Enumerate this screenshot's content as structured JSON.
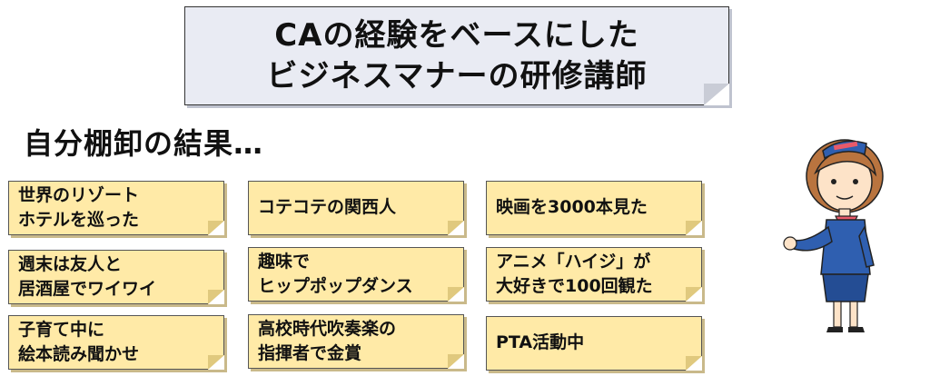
{
  "title": {
    "line1": "CAの経験をベースにした",
    "line2": "ビジネスマナーの研修講師"
  },
  "subtitle": "自分棚卸の結果…",
  "notes": [
    {
      "lines": [
        "世界のリゾート",
        "ホテルを巡った"
      ]
    },
    {
      "lines": [
        "コテコテの関西人"
      ]
    },
    {
      "lines": [
        "映画を3000本見た"
      ]
    },
    {
      "lines": [
        "週末は友人と",
        "居酒屋でワイワイ"
      ]
    },
    {
      "lines": [
        "趣味で",
        "ヒップポップダンス"
      ]
    },
    {
      "lines": [
        "アニメ「ハイジ」が",
        "大好きで100回観た"
      ]
    },
    {
      "lines": [
        "子育て中に",
        "絵本読み聞かせ"
      ]
    },
    {
      "lines": [
        "高校時代吹奏楽の",
        "指揮者で金賞"
      ]
    },
    {
      "lines": [
        "PTA活動中"
      ]
    }
  ],
  "colors": {
    "note_fill": "#ffeaa7",
    "title_fill": "#e9ebf3",
    "uniform": "#2f5fb0",
    "scarf": "#e85a6a"
  }
}
